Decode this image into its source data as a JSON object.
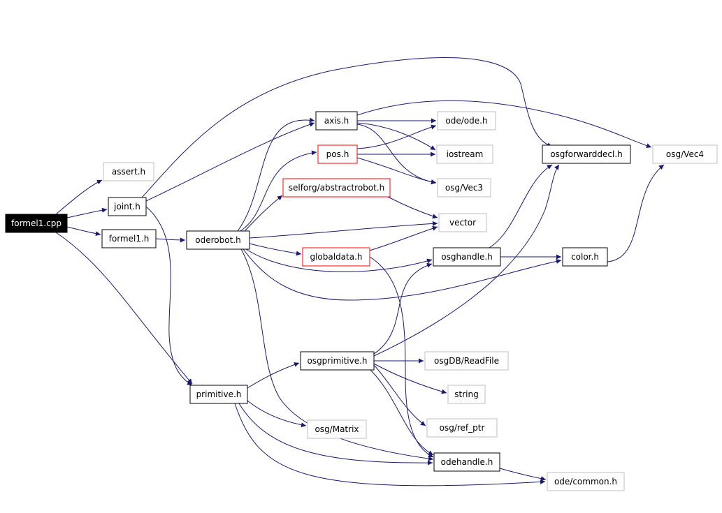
{
  "colors": {
    "edge": "#191970",
    "node_border_normal": "#000000",
    "node_border_missing": "#bfbfbf",
    "node_border_truncated": "#ff0000",
    "root_fill": "#000000",
    "root_text": "#ffffff",
    "text_normal": "#000000",
    "text_missing": "#000000"
  },
  "nodes": [
    {
      "id": "formel1cpp",
      "label": "formel1.cpp",
      "style": "root"
    },
    {
      "id": "asserth",
      "label": "assert.h",
      "style": "missing"
    },
    {
      "id": "jointh",
      "label": "joint.h",
      "style": "normal"
    },
    {
      "id": "formel1h",
      "label": "formel1.h",
      "style": "normal"
    },
    {
      "id": "oderoboth",
      "label": "oderobot.h",
      "style": "normal"
    },
    {
      "id": "axish",
      "label": "axis.h",
      "style": "normal"
    },
    {
      "id": "posh",
      "label": "pos.h",
      "style": "truncated"
    },
    {
      "id": "abstractroboth",
      "label": "selforg/abstractrobot.h",
      "style": "truncated"
    },
    {
      "id": "globaldatah",
      "label": "globaldata.h",
      "style": "truncated"
    },
    {
      "id": "odeodeh",
      "label": "ode/ode.h",
      "style": "missing"
    },
    {
      "id": "iostream",
      "label": "iostream",
      "style": "missing"
    },
    {
      "id": "osgvec3",
      "label": "osg/Vec3",
      "style": "missing"
    },
    {
      "id": "vector",
      "label": "vector",
      "style": "missing"
    },
    {
      "id": "osgforwarddeclh",
      "label": "osgforwarddecl.h",
      "style": "normal"
    },
    {
      "id": "osgvec4",
      "label": "osg/Vec4",
      "style": "missing"
    },
    {
      "id": "osghandleh",
      "label": "osghandle.h",
      "style": "normal"
    },
    {
      "id": "colorh",
      "label": "color.h",
      "style": "normal"
    },
    {
      "id": "osgprimitiveh",
      "label": "osgprimitive.h",
      "style": "normal"
    },
    {
      "id": "primitiveh",
      "label": "primitive.h",
      "style": "normal"
    },
    {
      "id": "osgdbreadfile",
      "label": "osgDB/ReadFile",
      "style": "missing"
    },
    {
      "id": "string",
      "label": "string",
      "style": "missing"
    },
    {
      "id": "osgrefptr",
      "label": "osg/ref_ptr",
      "style": "missing"
    },
    {
      "id": "osgmatrix",
      "label": "osg/Matrix",
      "style": "missing"
    },
    {
      "id": "odehandleh",
      "label": "odehandle.h",
      "style": "normal"
    },
    {
      "id": "odecommonh",
      "label": "ode/common.h",
      "style": "missing"
    }
  ],
  "edges": [
    {
      "from": "formel1cpp",
      "to": "asserth"
    },
    {
      "from": "formel1cpp",
      "to": "jointh"
    },
    {
      "from": "formel1cpp",
      "to": "formel1h"
    },
    {
      "from": "formel1cpp",
      "to": "primitiveh"
    },
    {
      "from": "jointh",
      "to": "axish"
    },
    {
      "from": "jointh",
      "to": "osgforwarddeclh"
    },
    {
      "from": "jointh",
      "to": "primitiveh"
    },
    {
      "from": "formel1h",
      "to": "oderoboth"
    },
    {
      "from": "oderoboth",
      "to": "axish"
    },
    {
      "from": "oderoboth",
      "to": "posh"
    },
    {
      "from": "oderoboth",
      "to": "abstractroboth"
    },
    {
      "from": "oderoboth",
      "to": "vector"
    },
    {
      "from": "oderoboth",
      "to": "globaldatah"
    },
    {
      "from": "oderoboth",
      "to": "osghandleh"
    },
    {
      "from": "oderoboth",
      "to": "colorh"
    },
    {
      "from": "oderoboth",
      "to": "odehandleh"
    },
    {
      "from": "axish",
      "to": "odeodeh"
    },
    {
      "from": "axish",
      "to": "iostream"
    },
    {
      "from": "axish",
      "to": "osgvec3"
    },
    {
      "from": "axish",
      "to": "osgvec4"
    },
    {
      "from": "posh",
      "to": "odeodeh"
    },
    {
      "from": "posh",
      "to": "iostream"
    },
    {
      "from": "posh",
      "to": "osgvec3"
    },
    {
      "from": "abstractroboth",
      "to": "vector"
    },
    {
      "from": "globaldatah",
      "to": "vector"
    },
    {
      "from": "globaldatah",
      "to": "odehandleh"
    },
    {
      "from": "osghandleh",
      "to": "osgforwarddeclh"
    },
    {
      "from": "osghandleh",
      "to": "colorh"
    },
    {
      "from": "colorh",
      "to": "osgvec4"
    },
    {
      "from": "primitiveh",
      "to": "osgprimitiveh"
    },
    {
      "from": "primitiveh",
      "to": "osgmatrix"
    },
    {
      "from": "primitiveh",
      "to": "odehandleh"
    },
    {
      "from": "primitiveh",
      "to": "odecommonh"
    },
    {
      "from": "osgprimitiveh",
      "to": "osghandleh"
    },
    {
      "from": "osgprimitiveh",
      "to": "osgforwarddeclh"
    },
    {
      "from": "osgprimitiveh",
      "to": "osgdbreadfile"
    },
    {
      "from": "osgprimitiveh",
      "to": "string"
    },
    {
      "from": "osgprimitiveh",
      "to": "osgrefptr"
    },
    {
      "from": "osgprimitiveh",
      "to": "odehandleh"
    },
    {
      "from": "odehandleh",
      "to": "odecommonh"
    }
  ]
}
